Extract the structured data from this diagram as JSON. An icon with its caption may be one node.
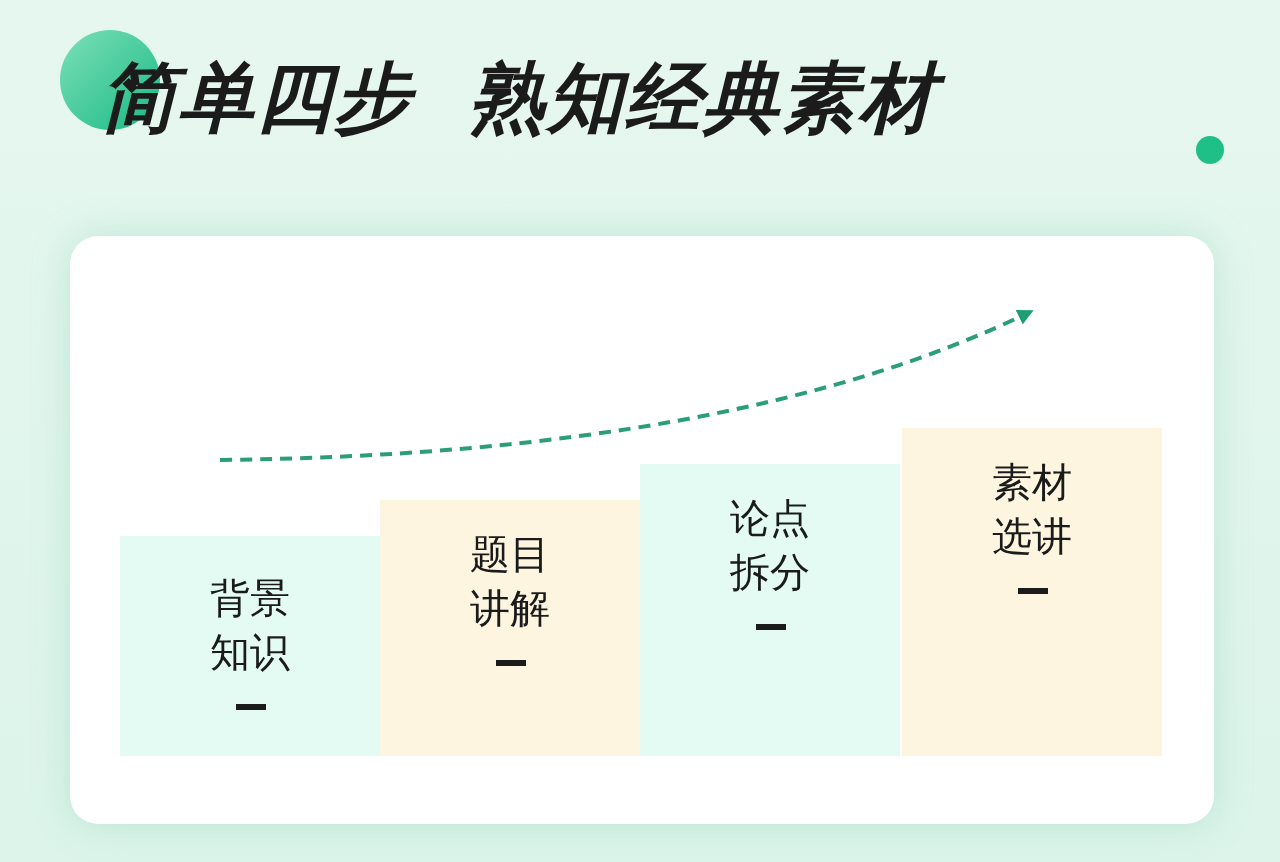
{
  "diagram": {
    "title": "简单四步 熟知经典素材",
    "nodes": [
      {
        "text": [
          "背景知识"
        ]
      },
      {
        "text": [
          "题目讲解"
        ]
      },
      {
        "text": [
          "论点拆分"
        ]
      },
      {
        "text": [
          "素材选讲"
        ]
      }
    ]
  }
}
